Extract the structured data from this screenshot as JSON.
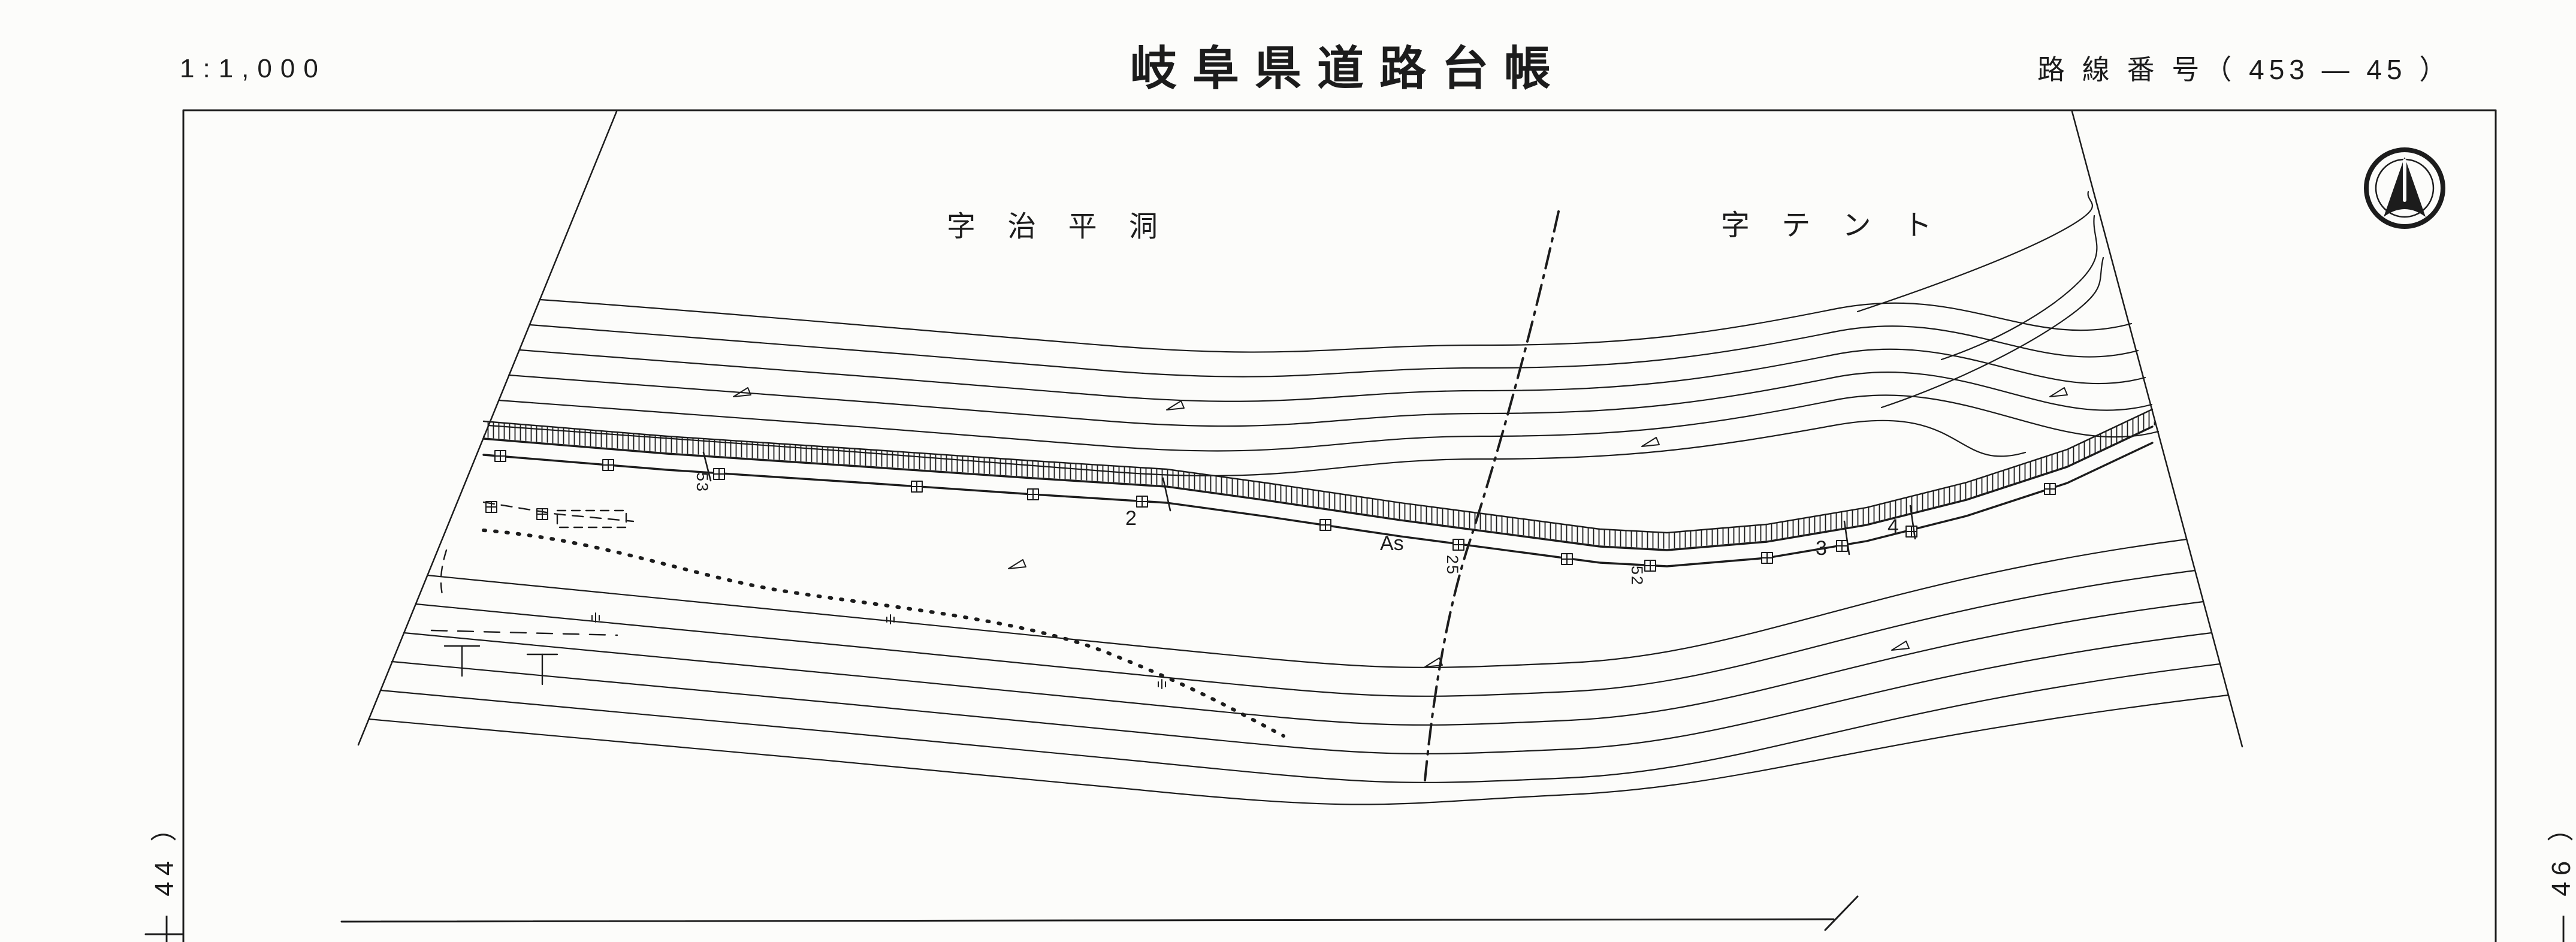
{
  "header": {
    "scale": "1:1,000",
    "title": "岐阜県道路台帳",
    "route_label": "路 線 番 号（ 453 — 45 ）"
  },
  "map": {
    "area_labels": {
      "left": "字 治 平 洞",
      "right": "字 テ ン ト"
    },
    "margin_labels": {
      "left": "— 44 ）",
      "right": "— 46 ）"
    },
    "road_annotations": {
      "surface": "As",
      "station_53": "53",
      "station_2": "2",
      "station_25": "25",
      "station_52": "52",
      "station_3": "3",
      "station_4": "4"
    },
    "icons": {
      "north": "north-arrow-icon"
    },
    "colors": {
      "ink": "#1c1c1c",
      "paper": "#fcfcfa"
    }
  }
}
